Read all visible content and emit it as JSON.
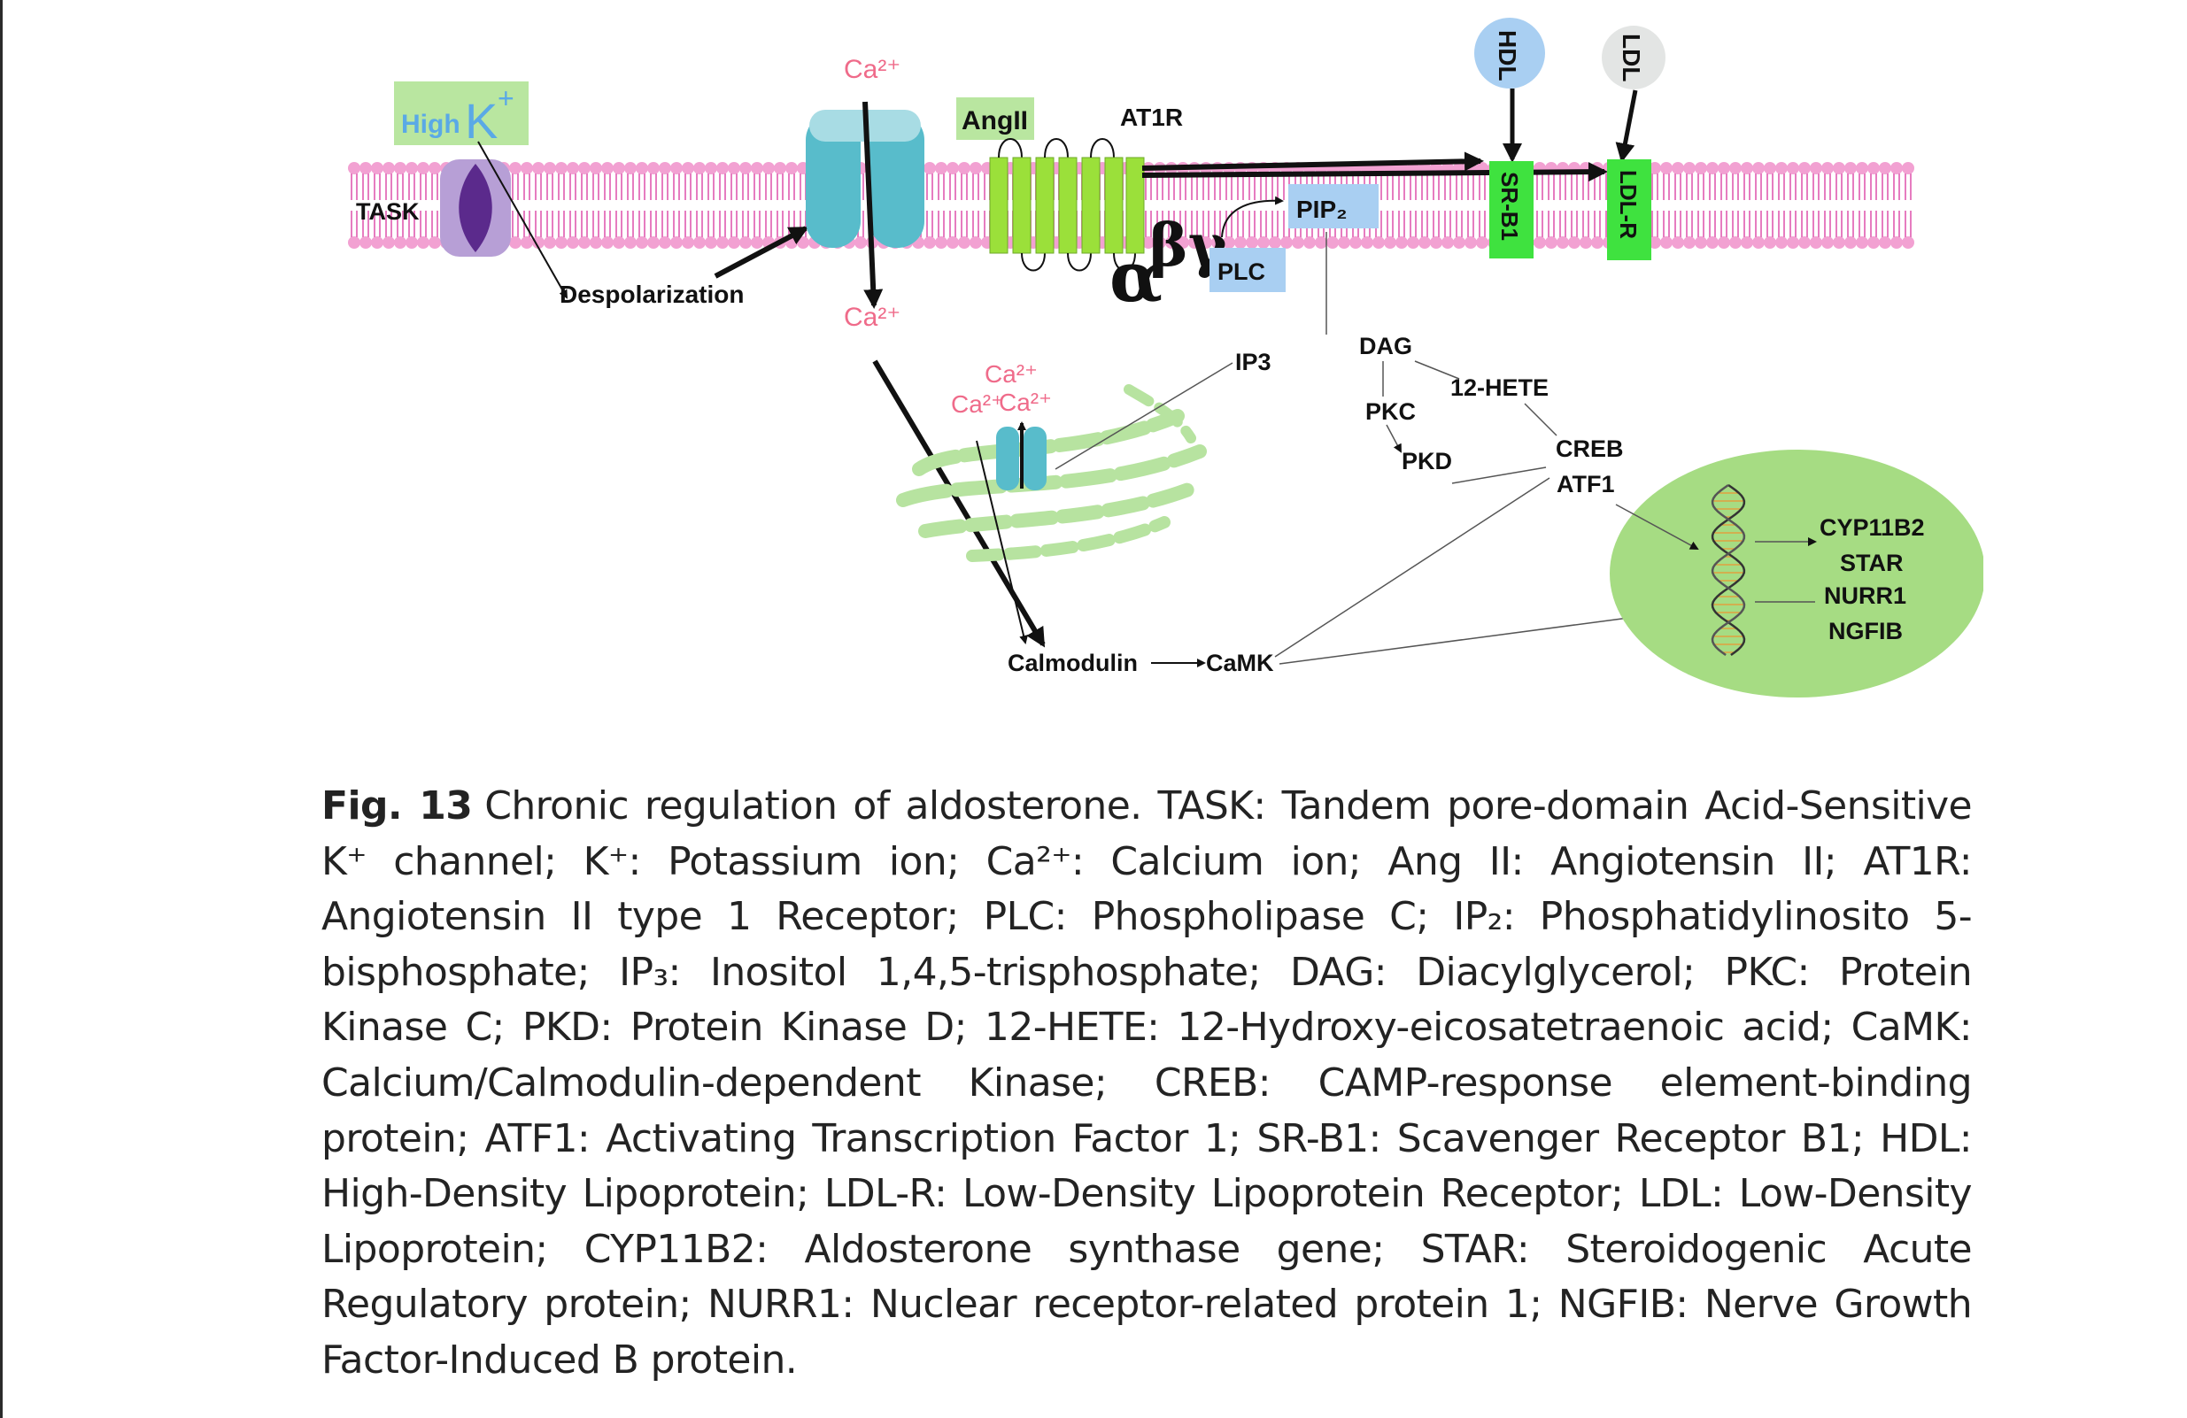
{
  "figure": {
    "labels": {
      "task": "TASK",
      "high": "High",
      "k": "K",
      "k_charge": "+",
      "depolarization": "Despolarization",
      "ca_ion": "Ca²⁺",
      "angii": "AngII",
      "at1r": "AT1R",
      "pip2": "PIP₂",
      "plc": "PLC",
      "alpha": "α",
      "beta_gamma": "βγ",
      "hdl": "HDL",
      "ldl": "LDL",
      "srb1": "SR-B1",
      "ldlr": "LDL-R",
      "ip3": "IP3",
      "dag": "DAG",
      "hete": "12-HETE",
      "pkc": "PKC",
      "pkd": "PKD",
      "creb": "CREB",
      "atf1": "ATF1",
      "calmodulin": "Calmodulin",
      "camk": "CaMK",
      "genes": [
        "CYP11B2",
        "STAR",
        "NURR1",
        "NGFIB"
      ]
    },
    "colors": {
      "membrane": "#f2a1d2",
      "membrane_tail": "#e67cc0",
      "task_channel": "#b79fd6",
      "task_core": "#5b2a8c",
      "high_k_box": "#b9e6a0",
      "high_k_text": "#5aa9e6",
      "ca_channel": "#58bccb",
      "ca_text": "#ef6b8a",
      "receptor_green": "#9be03a",
      "bright_green": "#3fe23f",
      "light_blue": "#a9cff2",
      "er_green": "#b7e3a0",
      "nucleus": "#a6dc83"
    }
  },
  "caption": {
    "fig_label": "Fig. 13",
    "text": "Chronic regulation of aldosterone. TASK: Tandem pore-domain Acid-Sensitive K⁺ channel; K⁺: Potassium ion; Ca²⁺: Calcium ion; Ang II: Angiotensin II; AT1R: Angiotensin II type 1 Receptor; PLC: Phospholipase C; IP₂: Phosphatidylinosito 5-bisphosphate; IP₃: Inositol 1,4,5-trisphosphate; DAG: Diacylglycerol; PKC: Protein Kinase C; PKD: Protein Kinase D; 12-HETE: 12-Hydroxy-eicosatetraenoic acid; CaMK: Calcium/Calmodulin-dependent Kinase; CREB: CAMP-response element-binding protein; ATF1: Activating Transcription Factor 1; SR-B1: Scavenger Receptor B1; HDL: High-Density Lipoprotein; LDL-R: Low-Density Lipoprotein Receptor; LDL: Low-Density Lipoprotein; CYP11B2: Aldosterone synthase gene; STAR: Steroidogenic Acute Regulatory protein; NURR1: Nuclear receptor-related protein 1; NGFIB: Nerve Growth Factor-Induced B protein."
  }
}
